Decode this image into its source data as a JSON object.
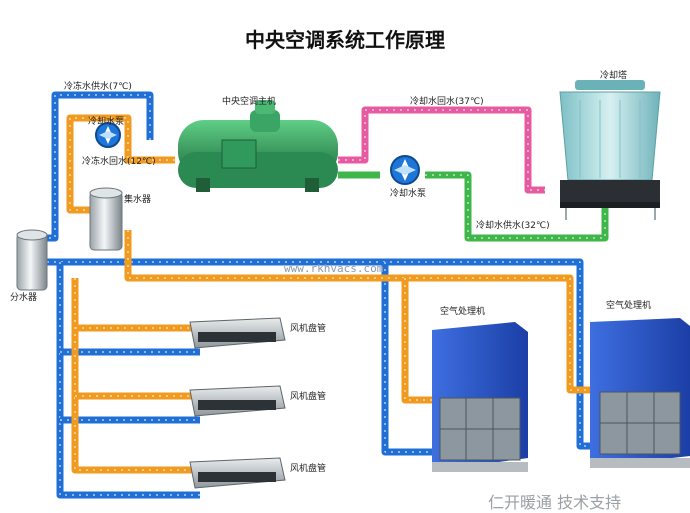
{
  "title": "中央空调系统工作原理",
  "labels": {
    "chw_supply": "冷冻水供水(7℃)",
    "cw_pump_left": "冷却水泵",
    "chw_return": "冷冻水回水(12℃)",
    "chiller": "中央空调主机",
    "cw_return": "冷却水回水(37℃)",
    "cw_pump_right": "冷却水泵",
    "cooling_tower": "冷却塔",
    "cw_supply": "冷却水供水(32℃)",
    "collector": "集水器",
    "distributor": "分水器",
    "fcu_1": "风机盘管",
    "fcu_2": "风机盘管",
    "fcu_3": "风机盘管",
    "ahu_1": "空气处理机",
    "ahu_2": "空气处理机"
  },
  "watermark": "www.rkhvacs.com",
  "footer": "仁开暖通 技术支持",
  "colors": {
    "chilled_supply": "#1f6fd6",
    "chilled_return": "#f29a1d",
    "cooling_return": "#e85aa0",
    "cooling_supply": "#3fb64a",
    "chiller_body": "#2f8f5a",
    "tower": "#9fd3d6",
    "ahu": "#2d5bd1"
  }
}
